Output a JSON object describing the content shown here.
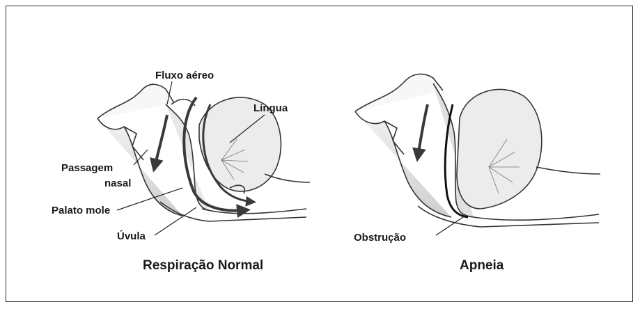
{
  "figure": {
    "labels": {
      "airflow": "Fluxo aéreo",
      "tongue": "Língua",
      "nasal_passage_line1": "Passagem",
      "nasal_passage_line2": "nasal",
      "soft_palate": "Palato mole",
      "uvula": "Úvula",
      "obstruction": "Obstrução"
    },
    "captions": {
      "normal": "Respiração Normal",
      "apnea": "Apneia"
    }
  }
}
